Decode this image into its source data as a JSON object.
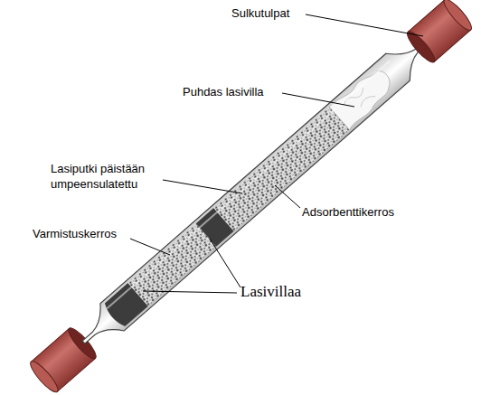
{
  "diagram": {
    "labels": [
      "Sulkutulpat",
      "Puhdas lasivilla",
      "Lasiputki päistään umpeensulatettu",
      "Adsorbenttikerros",
      "Varmistuskerros",
      "Lasivillaa"
    ]
  }
}
